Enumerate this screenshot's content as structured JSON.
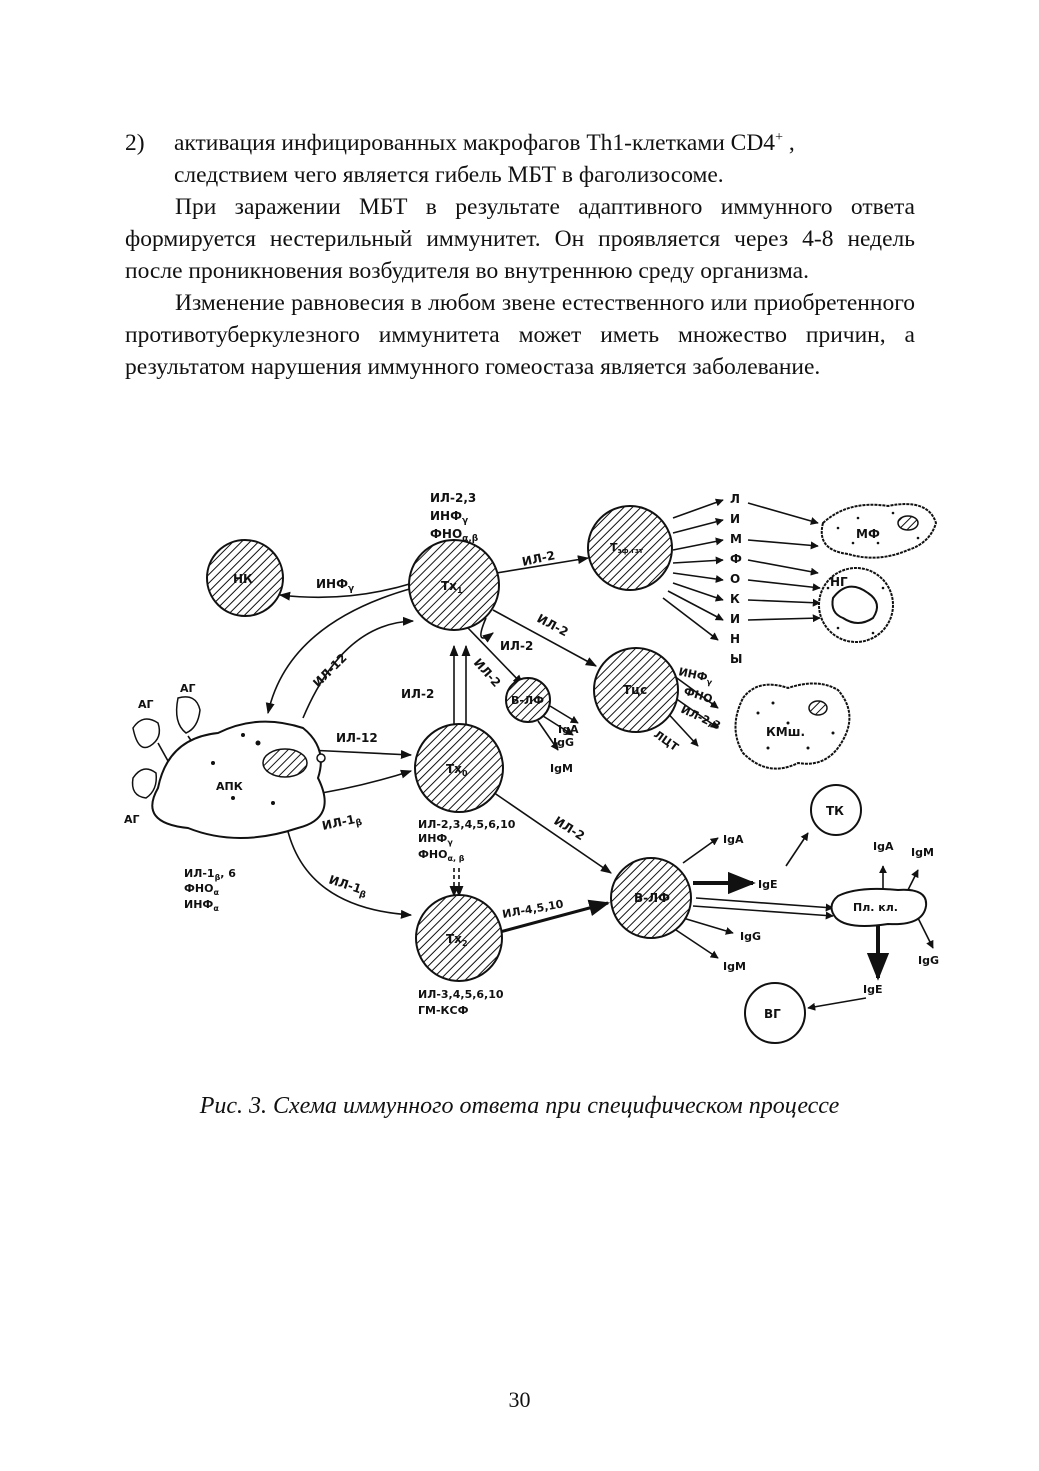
{
  "text": {
    "item_number": "2)",
    "item_text": "активация инфицированных макрофагов Th1-клетками CD4",
    "item_sup": "+",
    "item_tail": " ,",
    "item_line2": "следствием чего является гибель МБТ в фаголизосоме.",
    "para1": "При заражении МБТ в результате адаптивного иммунного ответа формируется нестерильный иммунитет. Он проявляется через 4-8 недель после проникновения возбудителя во внутреннюю среду организма.",
    "para2": "Изменение равновесия в любом звене естественного или приобретенного противотуберкулезного иммунитета может иметь множество причин, а результатом нарушения иммунного гомеостаза является заболевание."
  },
  "figure": {
    "cells": {
      "nk": "НК",
      "th1": "Тх",
      "th1_sub": "1",
      "teff": "Т",
      "teff_sub": "эф.гзт",
      "tcs": "Тцс",
      "blf_small": "В-ЛФ",
      "th0": "Тх",
      "th0_sub": "0",
      "th2": "Тх",
      "th2_sub": "2",
      "blf": "В-ЛФ",
      "apk": "АПК",
      "mf": "МФ",
      "ng": "НГ",
      "kmsh": "КМш.",
      "tk": "ТК",
      "vg": "ВГ",
      "pl": "Пл. кл."
    },
    "labels": {
      "il23": "ИЛ-2,3",
      "infg": "ИНФ",
      "infg_sub": "γ",
      "fno_ab": "ФНО",
      "fno_ab_sub": "α,β",
      "infg_nk": "ИНФ",
      "infg_nk_sub": "γ",
      "il2_a": "ИЛ-2",
      "il2_b": "ИЛ-2",
      "il2_c": "ИЛ-2",
      "il2_d": "ИЛ-2",
      "il2_e": "ИЛ-2",
      "il2_f": "ИЛ-2",
      "il12_a": "ИЛ-12",
      "il12_b": "ИЛ-12",
      "il1b_a": "ИЛ-1",
      "il1b_a_sub": "β",
      "il1b_b": "ИЛ-1",
      "il1b_b_sub": "β",
      "th0_l1": "ИЛ-2,3,4,5,6,10",
      "th0_l2": "ИНФ",
      "th0_l2_sub": "γ",
      "th0_l3": "ФНО",
      "th0_l3_sub": "α, β",
      "apk_l1": "ИЛ-1",
      "apk_l1_sub": "β",
      "apk_l1_tail": ", 6",
      "apk_l2": "ФНО",
      "apk_l2_sub": "α",
      "apk_l3": "ИНФ",
      "apk_l3_sub": "α",
      "th2_l1": "ИЛ-3,4,5,6,10",
      "th2_l2": "ГМ-КСФ",
      "il4510": "ИЛ-4,5,10",
      "tcs_infg": "ИНФ",
      "tcs_infg_sub": "γ",
      "tcs_fno": "ФНО",
      "tcs_fno_sub": "α",
      "tcs_il23": "ИЛ-2,3",
      "lct": "ЛЦТ",
      "lymph": [
        "Л",
        "И",
        "М",
        "Ф",
        "О",
        "К",
        "И",
        "Н",
        "Ы"
      ],
      "ag1": "АГ",
      "ag2": "АГ",
      "ag3": "АГ",
      "iga_s": "IgA",
      "igg_s": "IgG",
      "igm_s": "IgM",
      "iga": "IgA",
      "ige": "IgE",
      "igg": "IgG",
      "igm": "IgM",
      "pl_iga": "IgA",
      "pl_igm": "IgM",
      "pl_igg": "IgG",
      "pl_ige": "IgE"
    }
  },
  "caption": "Рис. 3. Схема иммунного ответа при специфическом процессе",
  "page_number": "30"
}
